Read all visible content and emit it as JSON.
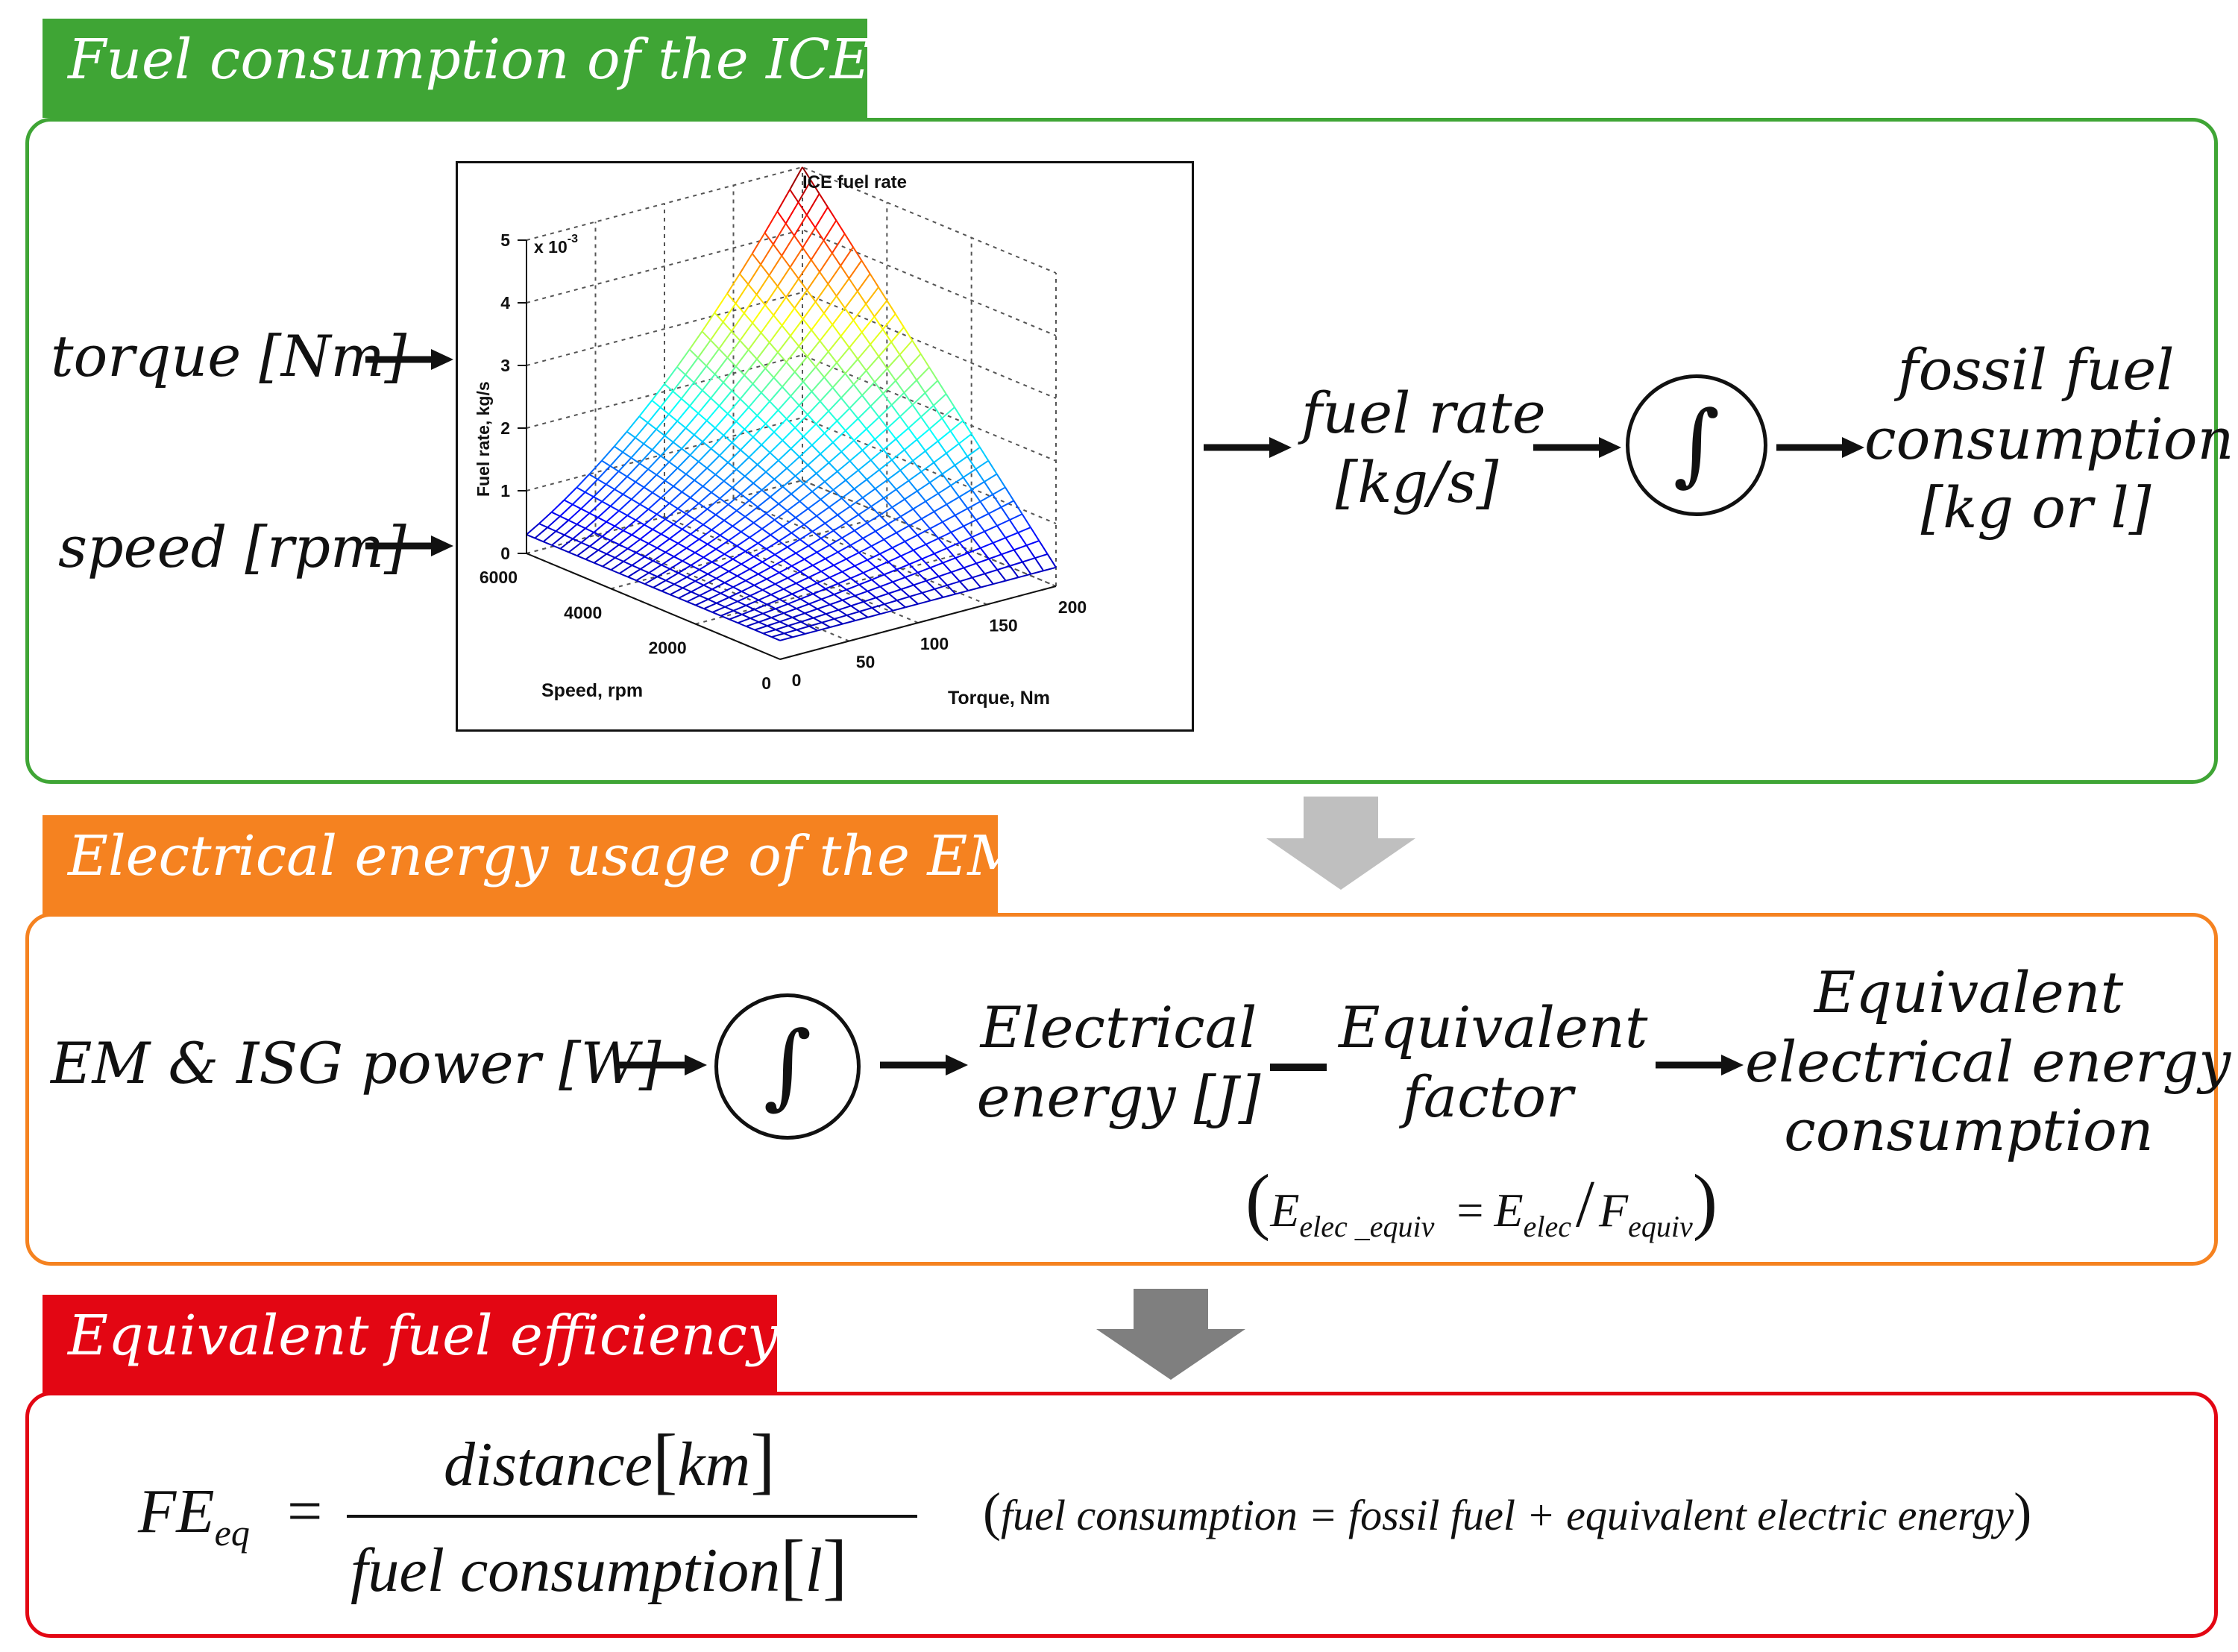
{
  "section1": {
    "title": "Fuel consumption of the ICE",
    "color": "#3fa535",
    "input_torque": "torque [Nm]",
    "input_speed": "speed [rpm]",
    "fuel_rate_line1": "fuel rate",
    "fuel_rate_line2": "[kg/s]",
    "integral_symbol": "∫",
    "output_line1": "fossil fuel",
    "output_line2": "consumption",
    "output_line3": "[kg or l]",
    "plot": {
      "title": "ICE fuel rate",
      "z_scale": "x 10",
      "z_exp": "-3",
      "z_label": "Fuel rate, kg/s",
      "z_ticks": [
        "0",
        "1",
        "2",
        "3",
        "4",
        "5"
      ],
      "speed_label": "Speed, rpm",
      "speed_ticks": [
        "6000",
        "4000",
        "2000",
        "0"
      ],
      "torque_label": "Torque, Nm",
      "torque_ticks": [
        "0",
        "50",
        "100",
        "150",
        "200"
      ]
    }
  },
  "section2": {
    "title": "Electrical energy usage of the EM",
    "color": "#f58220",
    "input": "EM & ISG power [W]",
    "integral_symbol": "∫",
    "energy_line1": "Electrical",
    "energy_line2": "energy [J]",
    "factor_line1": "Equivalent",
    "factor_line2": "factor",
    "output_line1": "Equivalent",
    "output_line2": "electrical energy",
    "output_line3": "consumption",
    "formula": {
      "lhs_symbol": "E",
      "lhs_sub": "elec _equiv",
      "equals": "=",
      "num_symbol": "E",
      "num_sub": "elec",
      "den_symbol": "F",
      "den_sub": "equiv"
    }
  },
  "section3": {
    "title": "Equivalent fuel efficiency",
    "color": "#e30613",
    "fe_symbol": "FE",
    "fe_sub": "eq",
    "equals": "=",
    "numerator": "distance",
    "numerator_unit": "km",
    "denominator": "fuel consumption",
    "denominator_unit": "l",
    "note": "fuel consumption = fossil fuel + equivalent electric energy"
  },
  "arrows": {
    "light_color": "#bfbfbf",
    "dark_color": "#7f7f7f"
  }
}
